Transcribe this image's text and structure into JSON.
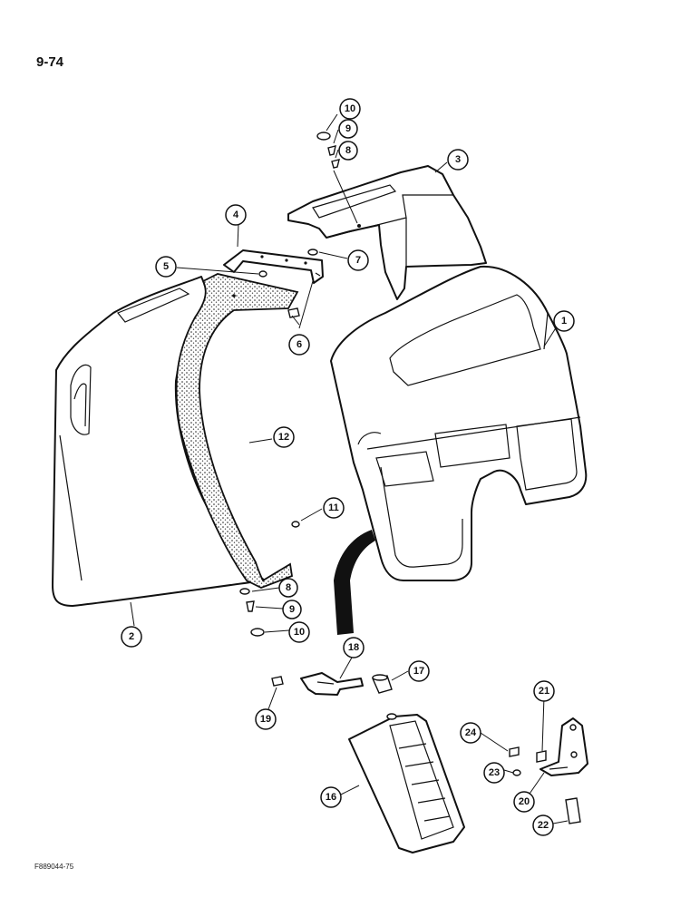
{
  "page_number": "9-74",
  "figure_code": "F889044-75",
  "callouts": [
    {
      "id": "10"
    },
    {
      "id": "9"
    },
    {
      "id": "8"
    },
    {
      "id": "3"
    },
    {
      "id": "4"
    },
    {
      "id": "7"
    },
    {
      "id": "5"
    },
    {
      "id": "6"
    },
    {
      "id": "1"
    },
    {
      "id": "12"
    },
    {
      "id": "11"
    },
    {
      "id": "8"
    },
    {
      "id": "9"
    },
    {
      "id": "10"
    },
    {
      "id": "2"
    },
    {
      "id": "18"
    },
    {
      "id": "17"
    },
    {
      "id": "19"
    },
    {
      "id": "21"
    },
    {
      "id": "24"
    },
    {
      "id": "23"
    },
    {
      "id": "16"
    },
    {
      "id": "20"
    },
    {
      "id": "22"
    }
  ]
}
